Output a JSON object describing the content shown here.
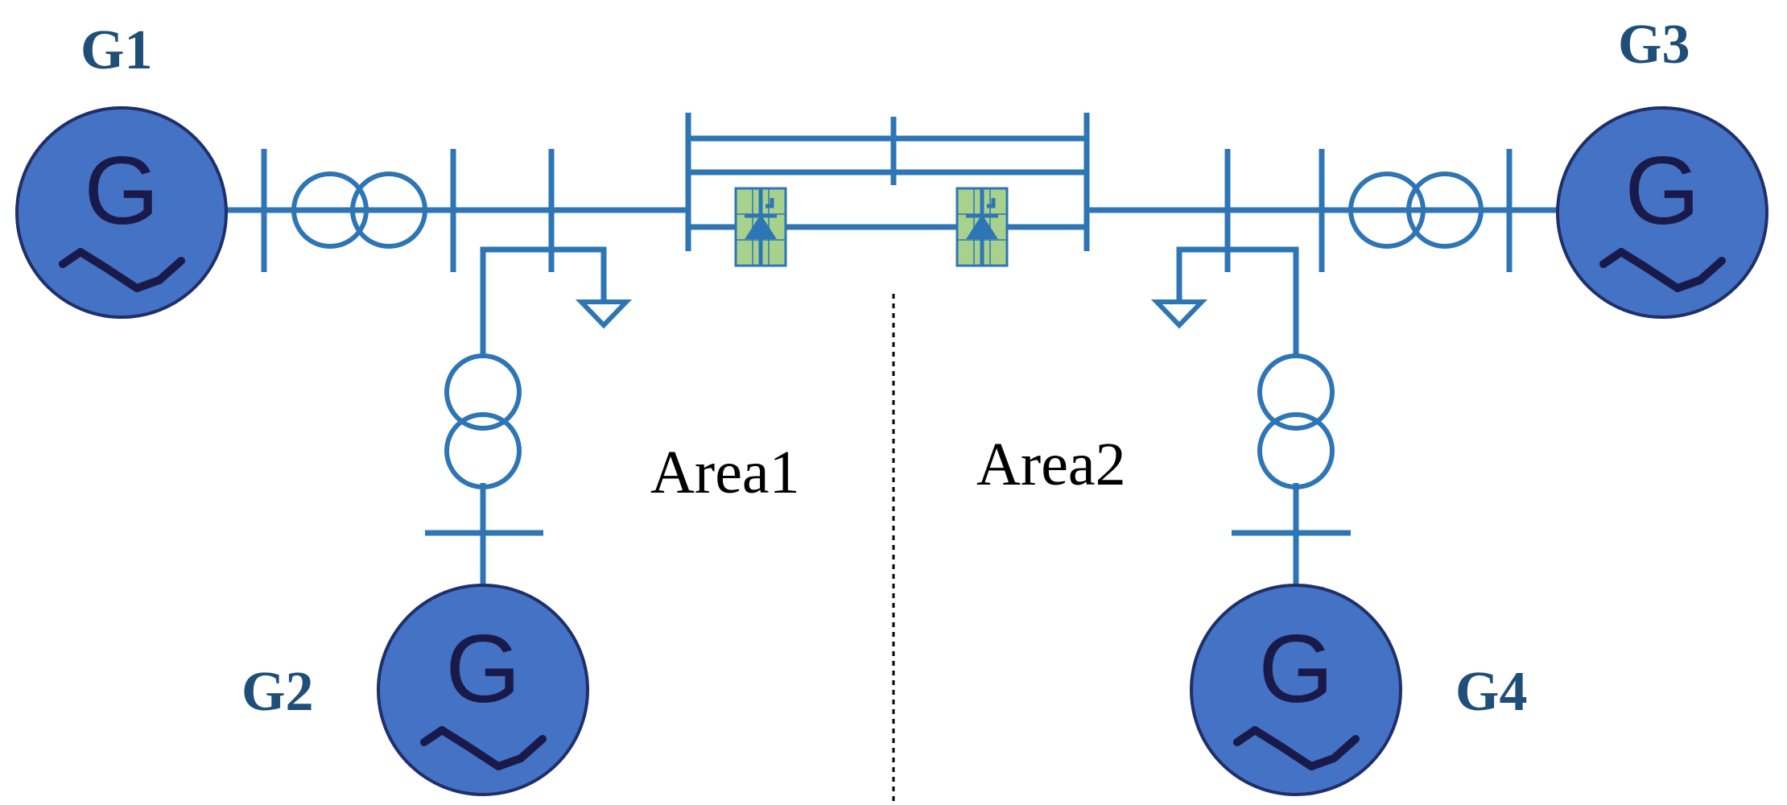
{
  "generators": [
    {
      "name": "G1",
      "symbol": "G"
    },
    {
      "name": "G2",
      "symbol": "G"
    },
    {
      "name": "G3",
      "symbol": "G"
    },
    {
      "name": "G4",
      "symbol": "G"
    }
  ],
  "areas": [
    {
      "name": "Area1"
    },
    {
      "name": "Area2"
    }
  ],
  "colors": {
    "line": "#2e75b6",
    "generator_fill": "#4472c4",
    "generator_label": "#1f4e79",
    "device_fill": "#a9d18e"
  },
  "icons": {
    "generator": "generator-icon",
    "transformer": "transformer-icon",
    "load": "load-triangle-icon",
    "series_device": "thyristor-icon"
  }
}
